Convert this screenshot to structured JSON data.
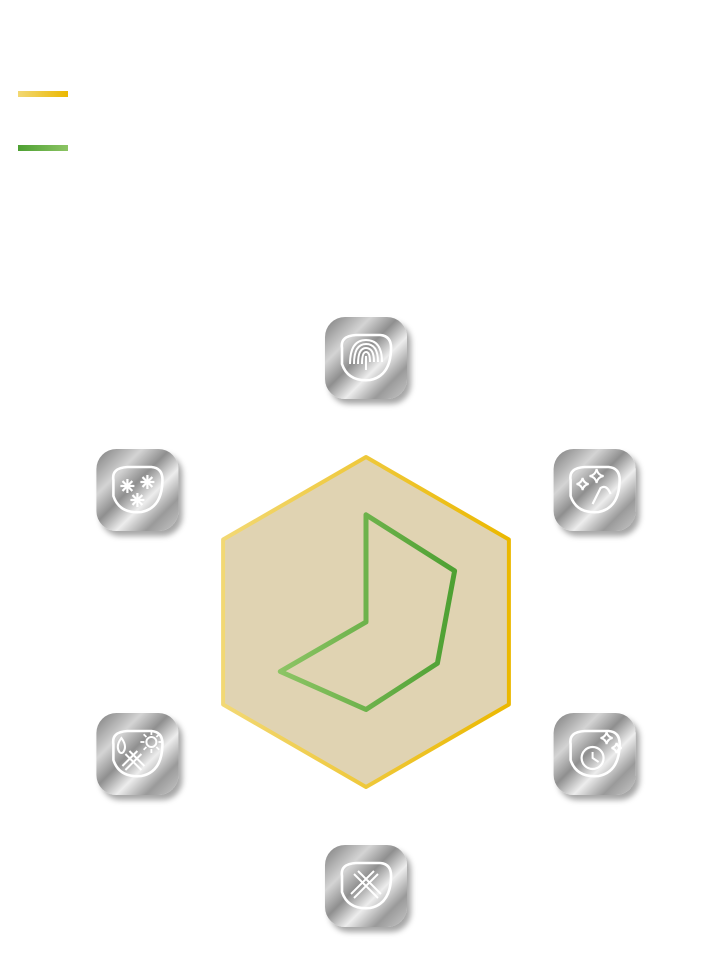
{
  "legend": [
    {
      "series": "reference",
      "color_start": "#f2d874",
      "color_end": "#ebb800",
      "label": ""
    },
    {
      "series": "product",
      "color_start": "#4da032",
      "color_end": "#8cc464",
      "label": ""
    }
  ],
  "chart_data": {
    "type": "radar",
    "title": "",
    "axes": [
      {
        "icon": "fingerprint-lens-icon",
        "label": ""
      },
      {
        "icon": "sparkle-clean-lens-icon",
        "label": ""
      },
      {
        "icon": "lasting-clean-lens-icon",
        "label": ""
      },
      {
        "icon": "scratch-resistant-lens-icon",
        "label": ""
      },
      {
        "icon": "water-dust-uv-lens-icon",
        "label": ""
      },
      {
        "icon": "anti-glare-lens-icon",
        "label": ""
      }
    ],
    "range": [
      0,
      1
    ],
    "grid": false,
    "series": [
      {
        "key": "reference",
        "values": [
          1,
          1,
          1,
          1,
          1,
          1
        ],
        "fill": "#e0d3b2",
        "stroke_start": "#f2d874",
        "stroke_end": "#ebb800"
      },
      {
        "key": "product",
        "values": [
          0.65,
          0.62,
          0.5,
          0.53,
          0.6,
          0
        ]
      }
    ]
  },
  "colors": {
    "icon_tile_dark": "#8e8e8e",
    "icon_tile_light": "#e6e6e6",
    "icon_stroke": "#ffffff"
  }
}
